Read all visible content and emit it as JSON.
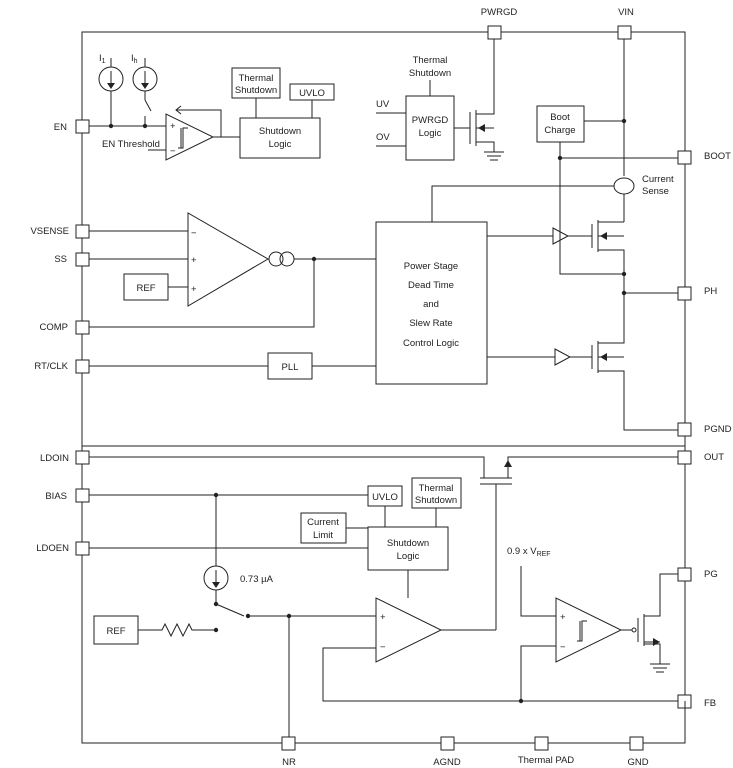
{
  "pins": {
    "pwrgd": "PWRGD",
    "vin": "VIN",
    "en": "EN",
    "boot": "BOOT",
    "vsense": "VSENSE",
    "ss": "SS",
    "ph": "PH",
    "comp": "COMP",
    "rtclk": "RT/CLK",
    "pgnd": "PGND",
    "ldoin": "LDOIN",
    "out": "OUT",
    "bias": "BIAS",
    "ldoen": "LDOEN",
    "pg": "PG",
    "fb": "FB",
    "nr": "NR",
    "agnd": "AGND",
    "thermal_pad": "Thermal PAD",
    "gnd": "GND"
  },
  "blocks": {
    "thermal_shutdown_1_line1": "Thermal",
    "thermal_shutdown_1_line2": "Shutdown",
    "uvlo_1": "UVLO",
    "shutdown_logic_1_line1": "Shutdown",
    "shutdown_logic_1_line2": "Logic",
    "thermal_shutdown_2_line1": "Thermal",
    "thermal_shutdown_2_line2": "Shutdown",
    "pwrgd_logic_line1": "PWRGD",
    "pwrgd_logic_line2": "Logic",
    "boot_charge_line1": "Boot",
    "boot_charge_line2": "Charge",
    "current_sense_line1": "Current",
    "current_sense_line2": "Sense",
    "power_stage_line1": "Power Stage",
    "power_stage_line2": "Dead Time",
    "power_stage_line3": "and",
    "power_stage_line4": "Slew Rate",
    "power_stage_line5": "Control Logic",
    "ref_1": "REF",
    "pll": "PLL",
    "uvlo_2": "UVLO",
    "thermal_shutdown_3_line1": "Thermal",
    "thermal_shutdown_3_line2": "Shutdown",
    "current_limit_line1": "Current",
    "current_limit_line2": "Limit",
    "shutdown_logic_2_line1": "Shutdown",
    "shutdown_logic_2_line2": "Logic",
    "ref_2": "REF"
  },
  "labels": {
    "i1": "I",
    "i1_sub": "1",
    "ih": "I",
    "ih_sub": "h",
    "en_threshold": "EN Threshold",
    "uv": "UV",
    "ov": "OV",
    "nr_current": "0.73 µA",
    "vref_prefix": "0.9 x V",
    "vref_sub": "REF",
    "plus": "+",
    "minus": "−"
  }
}
